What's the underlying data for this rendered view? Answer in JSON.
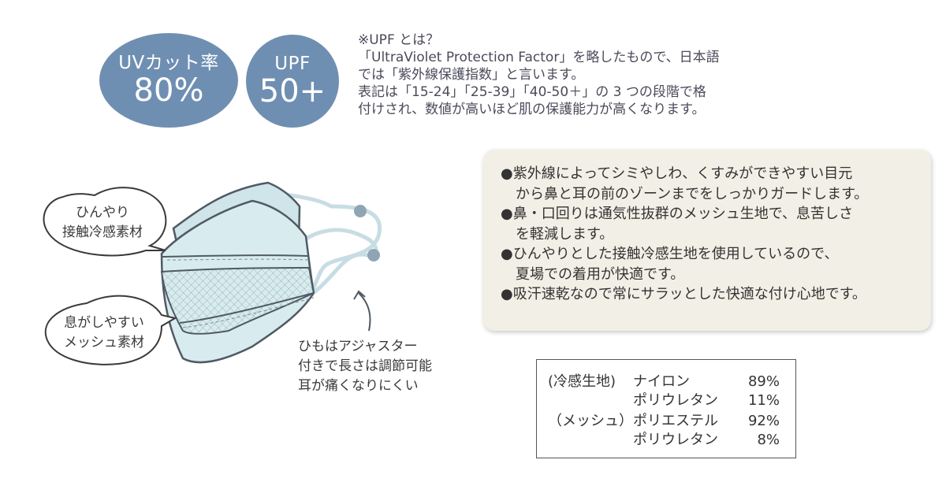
{
  "badges": {
    "uv": {
      "line1": "UVカット率",
      "line2": "80%"
    },
    "upf": {
      "line1": "UPF",
      "line2": "50+"
    }
  },
  "upf_note": {
    "lines": [
      "※UPF とは？",
      "「UltraViolet Protection Factor」を略したもので、日本語",
      "では「紫外線保護指数」と言います。",
      "表記は「15-24」「25-39」「40-50＋」の 3 つの段階で格",
      "付けされ、数値が高いほど肌の保護能力が高くなります。"
    ]
  },
  "illustration": {
    "bubble_cool": [
      "ひんやり",
      "接触冷感素材"
    ],
    "bubble_mesh": [
      "息がしやすい",
      "メッシュ素材"
    ],
    "strap_note": [
      "ひもはアジャスター",
      "付きで長さは調節可能",
      "耳が痛くなりにくい"
    ]
  },
  "features": {
    "lines": [
      "●紫外線によってシミやしわ、くすみができやすい目元",
      "から鼻と耳の前のゾーンまでをしっかりガードします。",
      "●鼻・口回りは通気性抜群のメッシュ生地で、息苦しさ",
      "を軽減します。",
      "●ひんやりとした接触冷感生地を使用しているので、",
      "夏場での着用が快適です。",
      "●吸汗速乾なので常にサラッとした快適な付け心地です。"
    ]
  },
  "materials": {
    "rows": [
      {
        "category": "(冷感生地)",
        "name": "ナイロン",
        "percent": "89%"
      },
      {
        "category": "",
        "name": "ポリウレタン",
        "percent": "11%"
      },
      {
        "category": "（メッシュ）",
        "name": "ポリエステル",
        "percent": "92%"
      },
      {
        "category": "",
        "name": "ポリウレタン",
        "percent": "8%"
      }
    ]
  },
  "colors": {
    "badge": "#6f8fb2",
    "mask_fill": "#d8ecef",
    "mask_outline": "#505a64",
    "strap": "#c7dde3",
    "panel": "#f2efe6"
  }
}
